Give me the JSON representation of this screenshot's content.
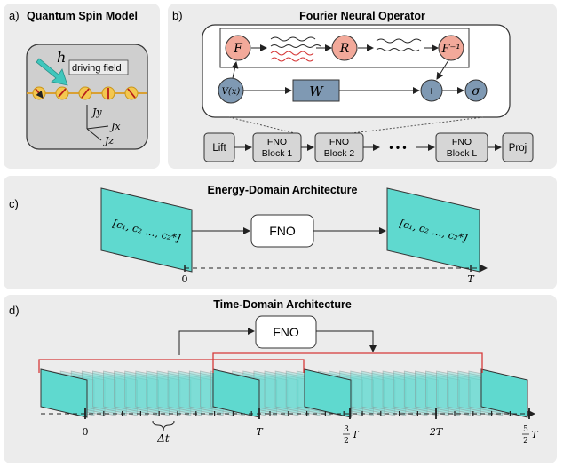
{
  "colors": {
    "panel_bg": "#ececec",
    "teal": "#5fd9cf",
    "salmon": "#f2a99a",
    "steel": "#7f99b3",
    "block_gray": "#d6d6d6",
    "red_line": "#d63a3a"
  },
  "panel_a": {
    "letter": "a)",
    "title": "Quantum Spin Model",
    "field_symbol": "h",
    "field_label": "driving field",
    "axis_y": "Jy",
    "axis_x": "Jx",
    "axis_z": "Jz"
  },
  "panel_b": {
    "letter": "b)",
    "title": "Fourier Neural Operator",
    "node_f": "F",
    "node_r": "R",
    "node_finv": "F⁻¹",
    "node_v": "V(x)",
    "node_w": "W",
    "node_plus": "+",
    "node_sigma": "σ",
    "pipeline": [
      {
        "line1": "Lift",
        "line2": ""
      },
      {
        "line1": "FNO",
        "line2": "Block 1"
      },
      {
        "line1": "FNO",
        "line2": "Block 2"
      },
      {
        "line1": "FNO",
        "line2": "Block L"
      },
      {
        "line1": "Proj",
        "line2": ""
      }
    ],
    "ellipsis": "• • •"
  },
  "panel_c": {
    "letter": "c)",
    "title": "Energy-Domain Architecture",
    "input_label": "[c₁, c₂ …, c₂*]",
    "output_label": "[c₁, c₂ …, c₂*]",
    "fno_label": "FNO",
    "tick_start": "0",
    "tick_end": "T"
  },
  "panel_d": {
    "letter": "d)",
    "title": "Time-Domain Architecture",
    "fno_label": "FNO",
    "dt_label": "Δt",
    "ticks": [
      "0",
      "T",
      "3/2 T",
      "2T",
      "5/2 T"
    ]
  }
}
